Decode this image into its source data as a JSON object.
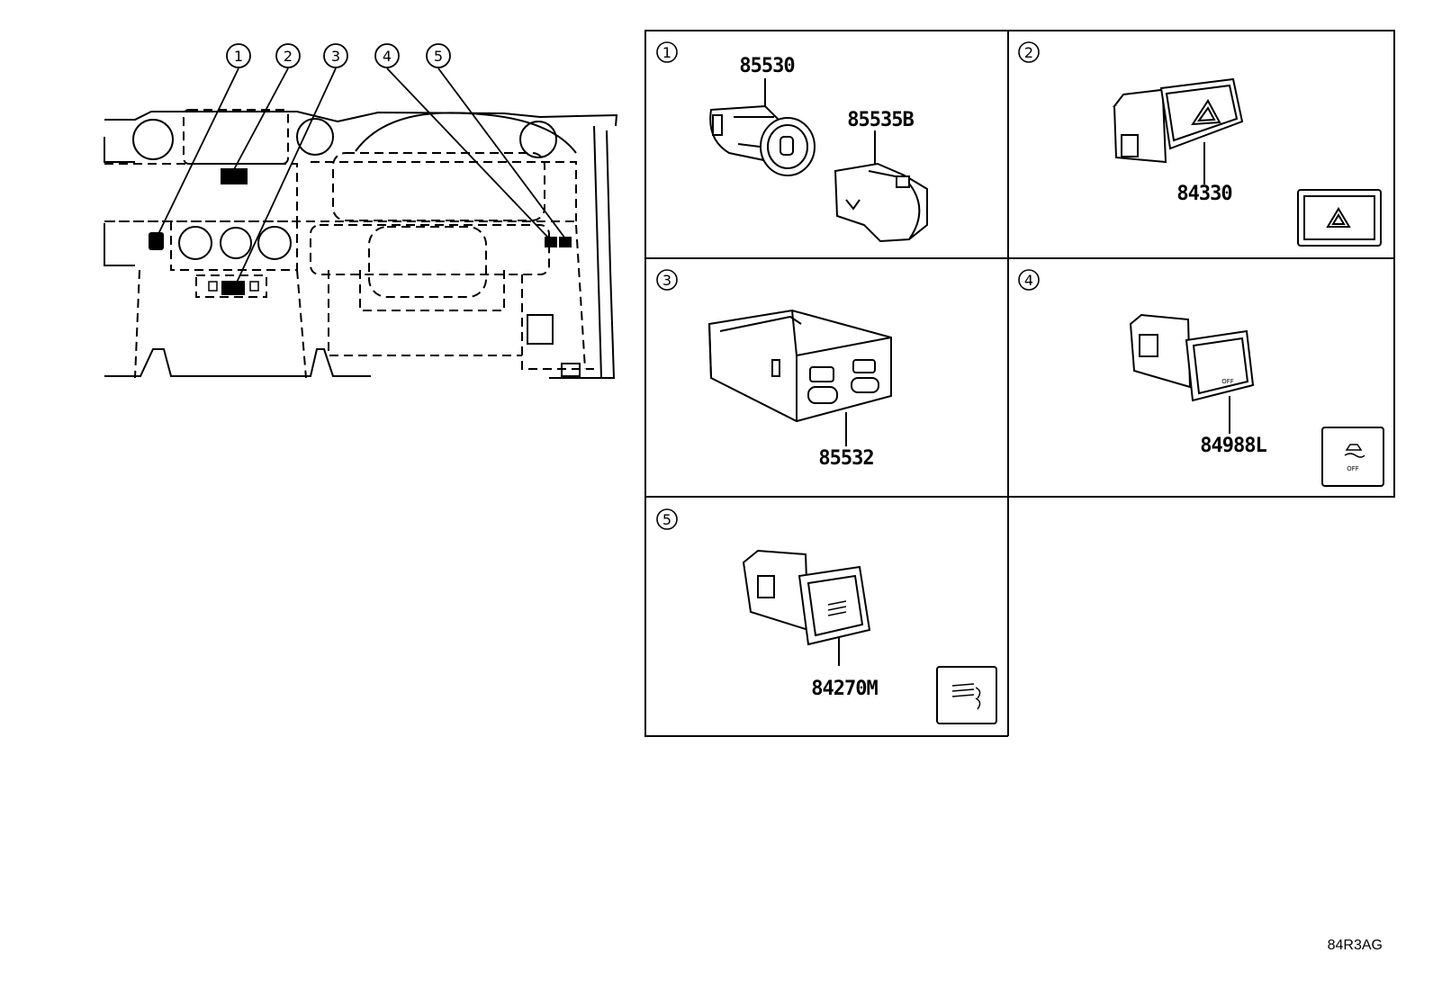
{
  "callouts": [
    "1",
    "2",
    "3",
    "4",
    "5"
  ],
  "panels": [
    {
      "id": "1",
      "parts": [
        "85530",
        "85535B"
      ]
    },
    {
      "id": "2",
      "parts": [
        "84330"
      ]
    },
    {
      "id": "3",
      "parts": [
        "85532"
      ]
    },
    {
      "id": "4",
      "parts": [
        "84988L"
      ],
      "icon_text": "OFF"
    },
    {
      "id": "5",
      "parts": [
        "84270M"
      ]
    }
  ],
  "figure_code": "84R3AG"
}
